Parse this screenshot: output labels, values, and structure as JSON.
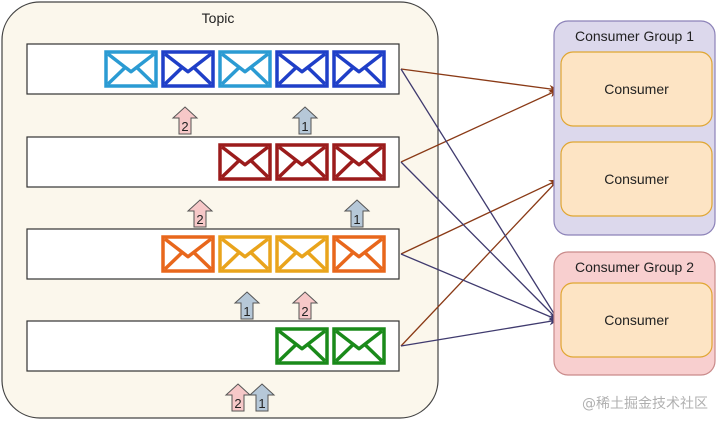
{
  "topic": {
    "label": "Topic"
  },
  "partitions": [
    {
      "messages": [
        "#2b9bd3",
        "#1f3fc8",
        "#2b9bd3",
        "#1f3fc8",
        "#1f3fc8"
      ]
    },
    {
      "messages": [
        "#9b1c1c",
        "#9b1c1c",
        "#9b1c1c"
      ]
    },
    {
      "messages": [
        "#e8671c",
        "#e9a41c",
        "#e9a41c",
        "#e8671c"
      ]
    },
    {
      "messages": [
        "#1a8a1a",
        "#1a8a1a"
      ]
    }
  ],
  "offset_arrows": [
    {
      "label": "2",
      "group": 2
    },
    {
      "label": "1",
      "group": 1
    },
    {
      "label": "2",
      "group": 2
    },
    {
      "label": "1",
      "group": 1
    },
    {
      "label": "1",
      "group": 1
    },
    {
      "label": "2",
      "group": 2
    },
    {
      "label": "2",
      "group": 2
    },
    {
      "label": "1",
      "group": 1
    }
  ],
  "consumer_groups": [
    {
      "title": "Consumer Group 1",
      "consumers": [
        "Consumer",
        "Consumer"
      ]
    },
    {
      "title": "Consumer Group 2",
      "consumers": [
        "Consumer"
      ]
    }
  ],
  "colors": {
    "topic_fill": "#fbf7ec",
    "group1_fill": "#dcd8ec",
    "group1_stroke": "#8c82b8",
    "group2_fill": "#f8cfcf",
    "group2_stroke": "#c98a8a",
    "consumer_fill": "#fde4c4",
    "consumer_stroke": "#e0a632",
    "arrow_group1": "#8a3a16",
    "arrow_group2": "#3f3a6e",
    "offset_group1": "#b6c8d8",
    "offset_group2": "#f6c8c8"
  },
  "watermark": "@稀土掘金技术社区"
}
